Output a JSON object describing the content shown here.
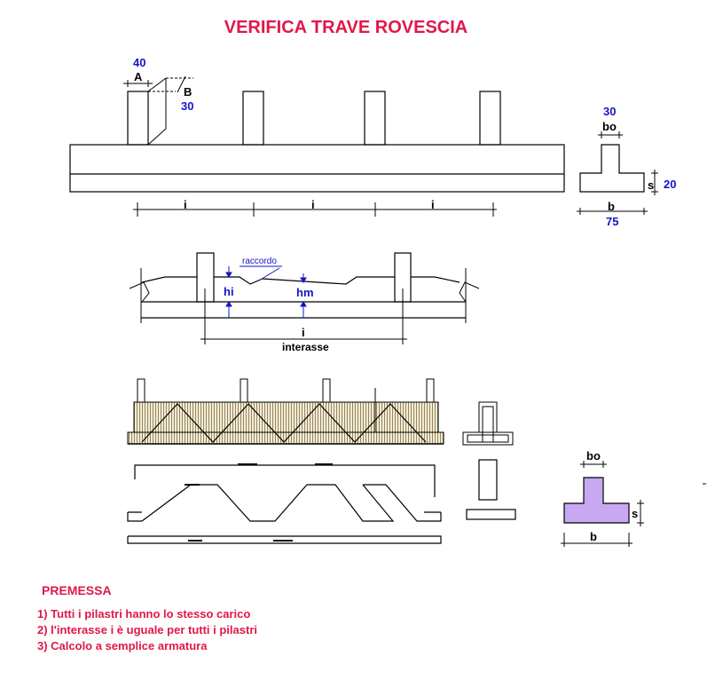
{
  "title": "VERIFICA  TRAVE ROVESCIA",
  "diagram_top": {
    "dim_A_value": "40",
    "dim_A_label": "A",
    "dim_B_label": "B",
    "dim_B_value": "30",
    "span_label": "i"
  },
  "section_top": {
    "bo_value": "30",
    "bo_label": "bo",
    "s_label": "s",
    "s_value": "20",
    "b_label": "b",
    "b_value": "75"
  },
  "diagram_middle": {
    "raccordo_label": "raccordo",
    "hi_label": "hi",
    "hm_label": "hm",
    "i_label": "i",
    "interasse_label": "interasse"
  },
  "section_bottom": {
    "bo_label": "bo",
    "s_label": "s",
    "b_label": "b",
    "fill_color": "#c8a8f0"
  },
  "premessa": {
    "heading": "PREMESSA",
    "items": [
      "1) Tutti i pilastri hanno lo stesso carico",
      "2) l'interasse i è uguale  per  tutti i pilastri",
      "3) Calcolo a semplice armatura"
    ]
  }
}
